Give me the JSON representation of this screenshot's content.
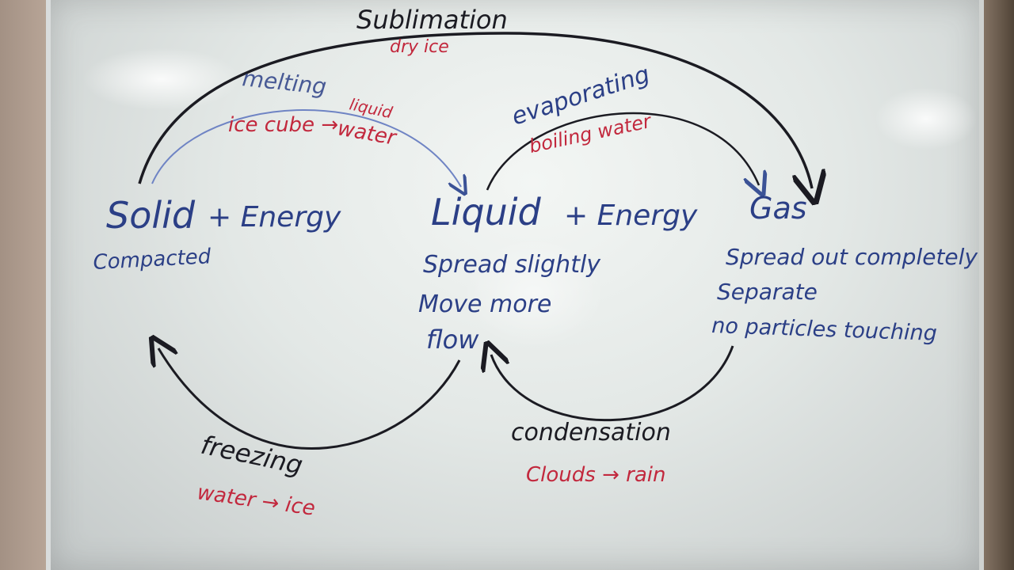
{
  "states": {
    "solid": {
      "name": "Solid",
      "energy": "+ Energy",
      "desc": [
        "Compacted"
      ]
    },
    "liquid": {
      "name": "Liquid",
      "energy": "+ Energy",
      "desc": [
        "Spread slightly",
        "Move more",
        "flow"
      ]
    },
    "gas": {
      "name": "Gas",
      "desc": [
        "Spread out completely",
        "Separate",
        "no particles touching"
      ]
    }
  },
  "processes": {
    "sublimation": {
      "name": "Sublimation",
      "example": "dry ice"
    },
    "melting": {
      "name": "melting",
      "example_left": "ice cube →",
      "example_right_top": "liquid",
      "example_right": "water"
    },
    "evaporating": {
      "name": "evaporating",
      "example": "boiling water"
    },
    "freezing": {
      "name": "freezing",
      "example": "water → ice"
    },
    "condensation": {
      "name": "condensation",
      "example": "Clouds → rain"
    }
  },
  "colors": {
    "black_marker": "#1b1b22",
    "blue_marker": "#2b3f86",
    "red_marker": "#c2283d"
  }
}
